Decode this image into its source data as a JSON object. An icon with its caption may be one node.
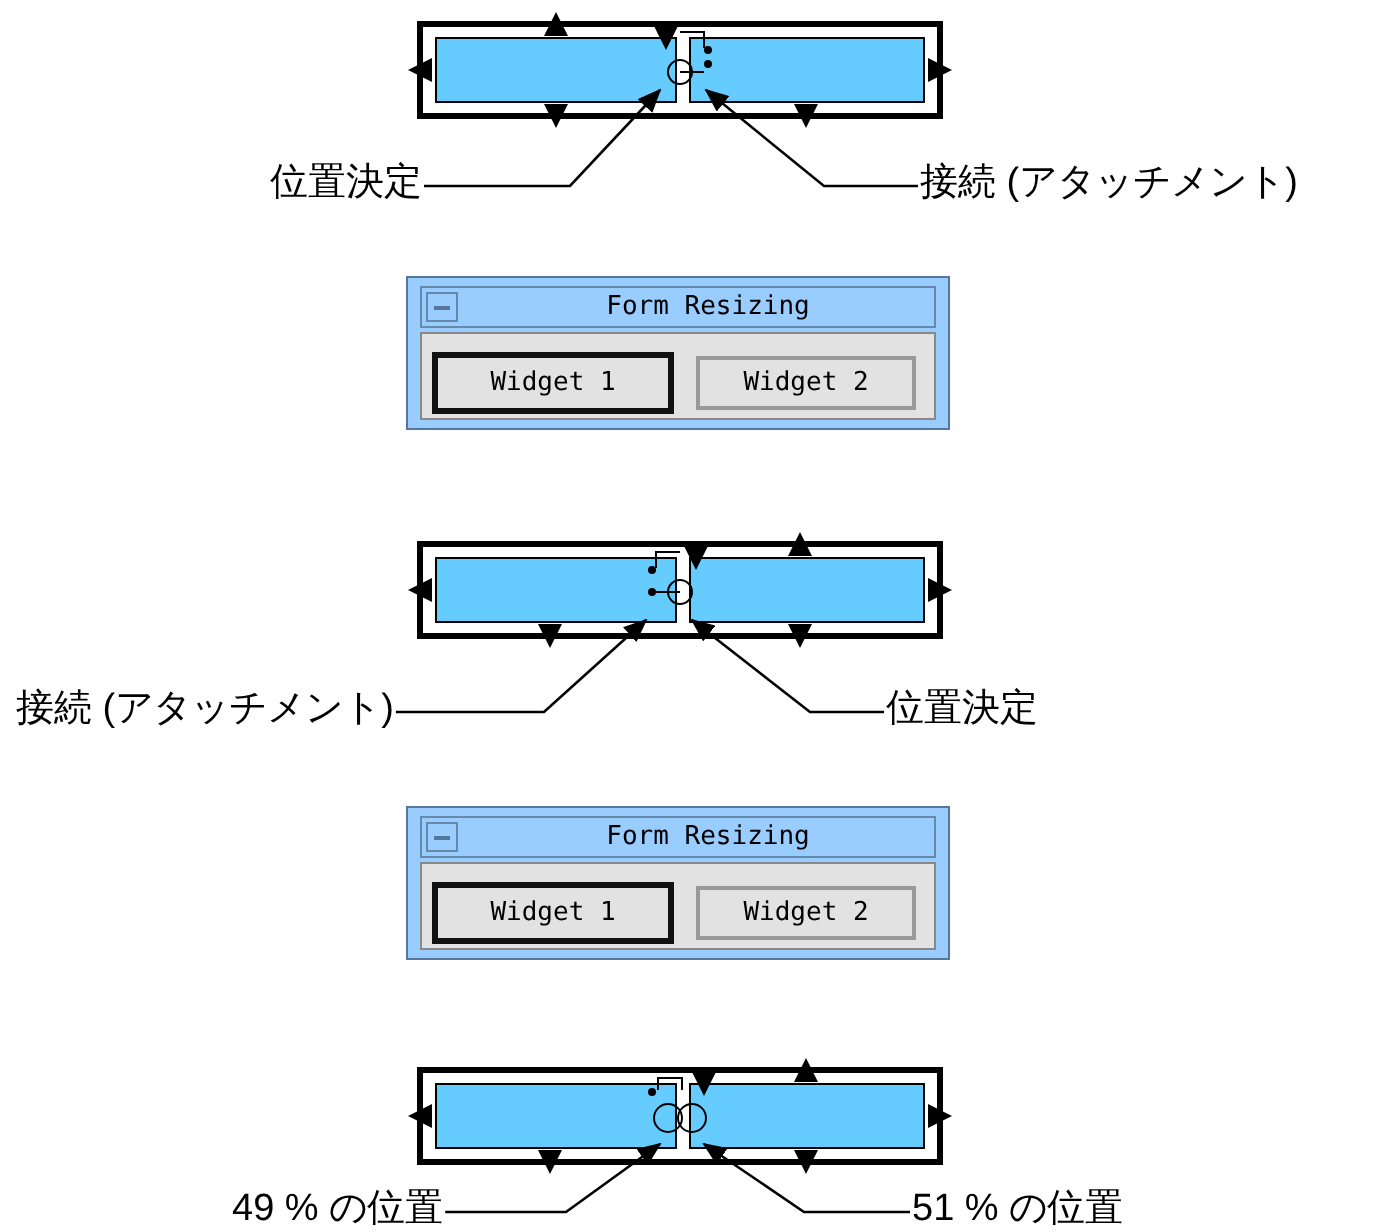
{
  "diagram": {
    "nodes": [
      {
        "text": [
          "位置決定"
        ]
      },
      {
        "text": [
          "接続 (アタッチメント)"
        ]
      },
      {
        "text": [
          "Form Resizing"
        ]
      },
      {
        "text": [
          "Widget 1"
        ],
        "in": 2
      },
      {
        "text": [
          "Widget 2"
        ],
        "in": 2
      },
      {
        "text": [
          "接続 (アタッチメント)"
        ]
      },
      {
        "text": [
          "位置決定"
        ]
      },
      {
        "text": [
          "Form Resizing"
        ]
      },
      {
        "text": [
          "Widget 1"
        ],
        "in": 7
      },
      {
        "text": [
          "Widget 2"
        ],
        "in": 7
      },
      {
        "text": [
          "49 % の位置"
        ]
      },
      {
        "text": [
          "51 % の位置"
        ]
      }
    ],
    "edges": [
      {
        "from": 0,
        "to": null,
        "arrow": "to"
      },
      {
        "from": 1,
        "to": null,
        "arrow": "to"
      },
      {
        "from": 5,
        "to": null,
        "arrow": "to"
      },
      {
        "from": 6,
        "to": null,
        "arrow": "to"
      },
      {
        "from": 10,
        "to": null,
        "arrow": "to"
      },
      {
        "from": 11,
        "to": null,
        "arrow": "to"
      }
    ]
  }
}
